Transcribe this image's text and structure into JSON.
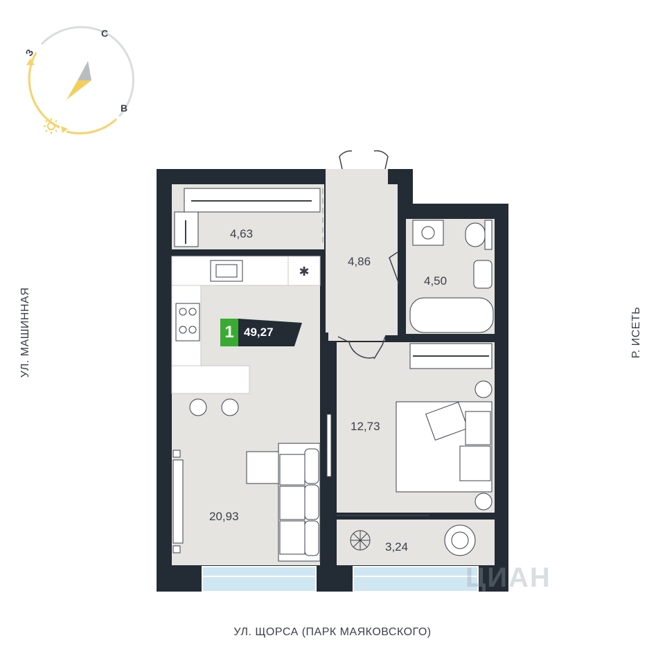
{
  "streets": {
    "left": "УЛ. МАШИННАЯ",
    "right": "Р. ИСЕТЬ",
    "bottom": "УЛ. ЩОРСА (ПАРК МАЯКОВСКОГО)"
  },
  "compass": {
    "north": "С",
    "east": "В",
    "west": "З",
    "sun_icon": "sun-icon",
    "colors": {
      "arc_day": "#f6d36b",
      "arc_night": "#d9dcdf",
      "needle_north": "#b9bdc2",
      "needle_south": "#f4cf5a"
    }
  },
  "badge": {
    "rooms": "1",
    "total_area": "49,27",
    "colors": {
      "rooms_bg": "#3aaa35",
      "area_bg": "#232b35"
    }
  },
  "rooms": {
    "storage": "4,63",
    "hall": "4,86",
    "bathroom": "4,50",
    "living_kitchen": "20,93",
    "bedroom": "12,73",
    "balcony": "3,24"
  },
  "watermark": "ЦИАН",
  "colors": {
    "wall": "#232b35",
    "floor": "#e5e4e0",
    "furniture": "#ffffff",
    "window": "#cfe6f3"
  }
}
